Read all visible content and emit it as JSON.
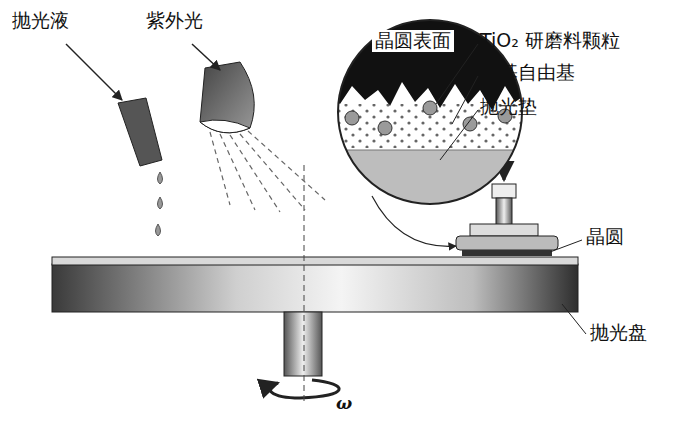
{
  "diagram": {
    "labels": [
      "抛光液",
      "紫外光",
      "晶圆表面",
      "TiO₂ 研磨料颗粒",
      "羟基自由基",
      "抛光垫",
      "晶圆",
      "抛光盘",
      "ω"
    ]
  }
}
